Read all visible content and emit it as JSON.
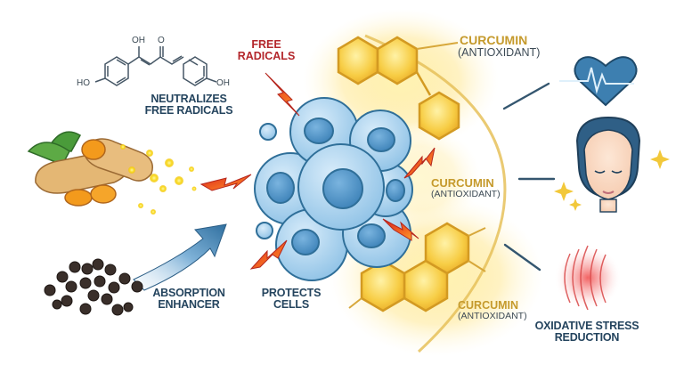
{
  "figure": {
    "title": "Curcumin antioxidant mechanism",
    "colors": {
      "label_dark": "#24445e",
      "label_red": "#b3262b",
      "label_gold": "#c59a2c",
      "cell_fill": "#a9d2ef",
      "cell_stroke": "#2f6f99",
      "nucleus": "#4f93c5",
      "hexagon": "#f6c63a",
      "lightning": "#f05a22",
      "arrow": "#2f6f9f",
      "heart": "#3d7fb0",
      "oxidative_glow": "#f25b5b"
    }
  },
  "molecule": {
    "labels": {
      "oh_top": "OH",
      "o_top": "O",
      "ho_left": "HO",
      "oh_right": "OH"
    },
    "caption_line1": "NEUTRALIZES",
    "caption_line2": "FREE RADICALS"
  },
  "free_radicals": {
    "line1": "FREE",
    "line2": "RADICALS"
  },
  "curcumin_labels": [
    {
      "name": "CURCUMIN",
      "sub": "(ANTIOXIDANT)"
    },
    {
      "name": "CURCUMIN",
      "sub": "(ANTIOXIDANT)"
    },
    {
      "name": "CURCUMIN",
      "sub": "(ANTIOXIDANT)"
    }
  ],
  "absorption": {
    "line1": "ABSORPTION",
    "line2": "ENHANCER"
  },
  "protects": {
    "line1": "PROTECTS",
    "line2": "CELLS"
  },
  "benefits": [
    {
      "icon": "heart-pulse-icon",
      "label": ""
    },
    {
      "icon": "glowing-skin-face-icon",
      "label": ""
    },
    {
      "icon": "oxidative-stress-icon",
      "line1": "OXIDATIVE STRESS",
      "line2": "REDUCTION"
    }
  ]
}
